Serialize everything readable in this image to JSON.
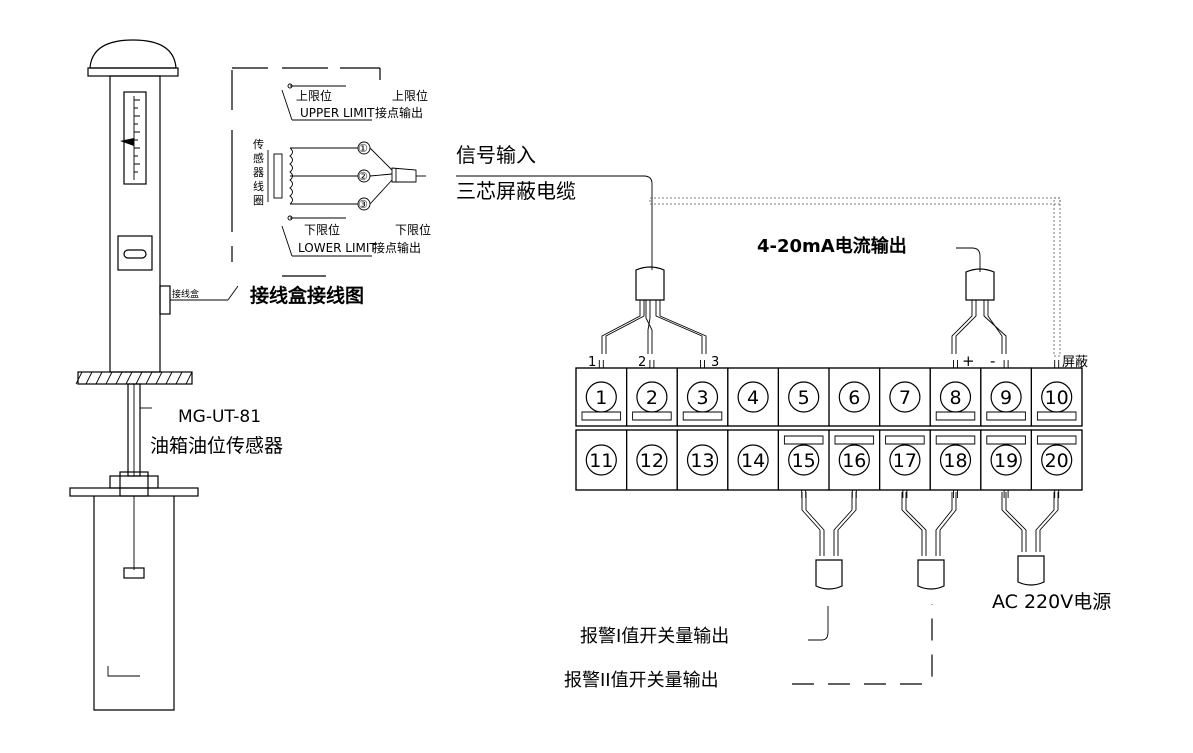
{
  "sensor": {
    "model": "MG-UT-81",
    "name": "油箱油位传感器",
    "junction_box_tag": "接线盒"
  },
  "wiring_inset": {
    "title": "接线盒接线图",
    "coil_label": [
      "传",
      "感",
      "器",
      "线",
      "圈"
    ],
    "upper_cn": "上限位",
    "upper_en": "UPPER LIMIT",
    "upper_out_1": "上限位",
    "upper_out_2": "接点输出",
    "lower_cn": "下限位",
    "lower_en": "LOWER LIMIT",
    "lower_out_1": "下限位",
    "lower_out_2": "接点输出",
    "pins": [
      "①",
      "②",
      "③"
    ]
  },
  "cables": {
    "signal_in": "信号输入",
    "signal_cable": "三芯屏蔽电缆",
    "current_out": "4-20mA电流输出",
    "power": "AC 220V电源",
    "alarm_1": "报警I值开关量输出",
    "alarm_2": "报警II值开关量输出"
  },
  "terminal_block": {
    "top_row": [
      "1",
      "2",
      "3",
      "4",
      "5",
      "6",
      "7",
      "8",
      "9",
      "10"
    ],
    "bottom_row": [
      "11",
      "12",
      "13",
      "14",
      "15",
      "16",
      "17",
      "18",
      "19",
      "20"
    ],
    "wire_markers": [
      "1",
      "2",
      "3"
    ],
    "plus": "+",
    "minus": "-",
    "shield": "屏蔽"
  }
}
